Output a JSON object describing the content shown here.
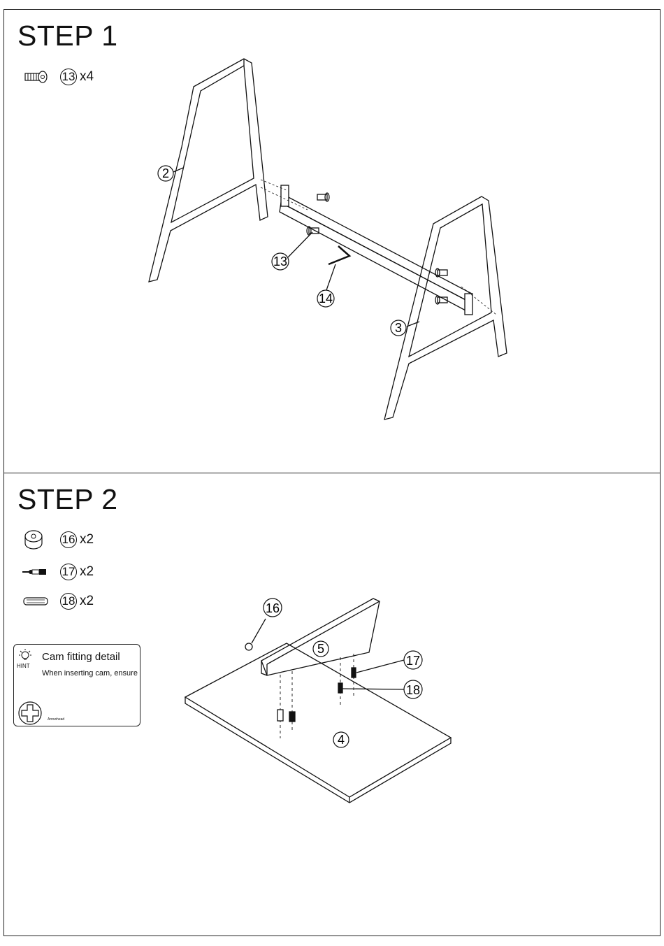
{
  "step1": {
    "title": "STEP 1",
    "hardware": [
      {
        "part": "13",
        "qty": "x4",
        "icon": "screw-icon"
      }
    ],
    "callouts": [
      "2",
      "13",
      "14",
      "3"
    ]
  },
  "step2": {
    "title": "STEP 2",
    "hardware": [
      {
        "part": "16",
        "qty": "x2",
        "icon": "cam-lock-icon"
      },
      {
        "part": "17",
        "qty": "x2",
        "icon": "cam-bolt-icon"
      },
      {
        "part": "18",
        "qty": "x2",
        "icon": "wood-dowel-icon"
      }
    ],
    "hint": {
      "label": "HINT",
      "title": "Cam fitting detail",
      "body": "When inserting cam, ensure",
      "small": "Arrowhead"
    },
    "callouts": [
      "16",
      "5",
      "17",
      "18",
      "4"
    ]
  }
}
